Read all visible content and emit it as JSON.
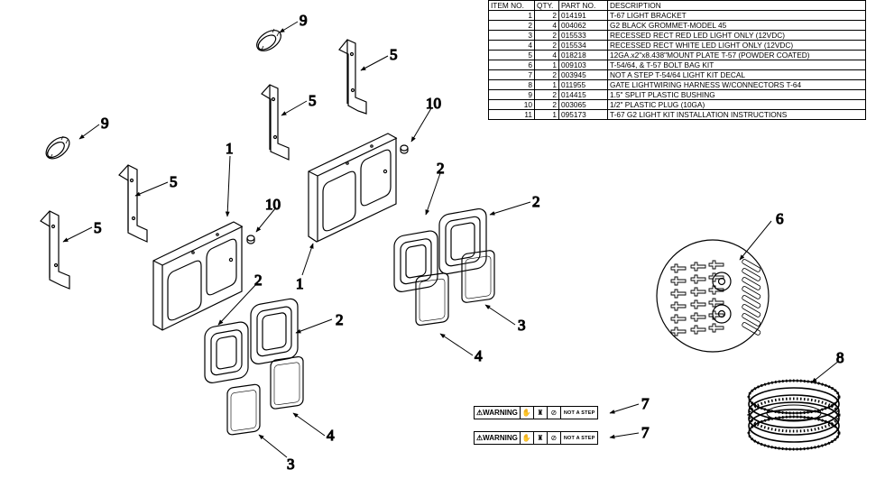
{
  "bom": {
    "headers": [
      "ITEM NO.",
      "QTY.",
      "PART NO.",
      "DESCRIPTION"
    ],
    "rows": [
      {
        "item": "1",
        "qty": "2",
        "part": "014191",
        "desc": "T-67 LIGHT BRACKET"
      },
      {
        "item": "2",
        "qty": "4",
        "part": "004062",
        "desc": "G2 BLACK GROMMET-MODEL 45"
      },
      {
        "item": "3",
        "qty": "2",
        "part": "015533",
        "desc": "RECESSED RECT RED LED LIGHT ONLY (12VDC)"
      },
      {
        "item": "4",
        "qty": "2",
        "part": "015534",
        "desc": "RECESSED RECT WHITE LED LIGHT ONLY (12VDC)"
      },
      {
        "item": "5",
        "qty": "4",
        "part": "018218",
        "desc": "12GA.x2\"x8.438\"MOUNT PLATE T-57 (POWDER COATED)"
      },
      {
        "item": "6",
        "qty": "1",
        "part": "009103",
        "desc": "T-54/64, & T-57 BOLT BAG KIT"
      },
      {
        "item": "7",
        "qty": "2",
        "part": "003945",
        "desc": "NOT A STEP T-54/64 LIGHT KIT DECAL"
      },
      {
        "item": "8",
        "qty": "1",
        "part": "011955",
        "desc": "GATE LIGHTWIRING HARNESS W/CONNECTORS T-64"
      },
      {
        "item": "9",
        "qty": "2",
        "part": "014415",
        "desc": "1.5\" SPLIT PLASTIC BUSHING"
      },
      {
        "item": "10",
        "qty": "2",
        "part": "003065",
        "desc": "1/2\" PLASTIC PLUG (10GA)"
      },
      {
        "item": "11",
        "qty": "1",
        "part": "095173",
        "desc": "T-67 G2 LIGHT KIT INSTALLATION INSTRUCTIONS"
      }
    ]
  },
  "callouts": {
    "bracket_left": "1",
    "bracket_right": "1",
    "grommet_a": "2",
    "grommet_b": "2",
    "grommet_c": "2",
    "grommet_d": "2",
    "red_left": "3",
    "red_right": "3",
    "white_left": "4",
    "white_right": "4",
    "plate_a": "5",
    "plate_b": "5",
    "plate_c": "5",
    "plate_d": "5",
    "bolt_kit": "6",
    "decal_top": "7",
    "decal_bottom": "7",
    "harness": "8",
    "bushing_top": "9",
    "bushing_left": "9",
    "plug_top": "10",
    "plug_left": "10"
  },
  "decals": [
    {
      "warning": "⚠WARNING",
      "text": "NOT A STEP"
    },
    {
      "warning": "⚠WARNING",
      "text": "NOT A STEP"
    }
  ]
}
